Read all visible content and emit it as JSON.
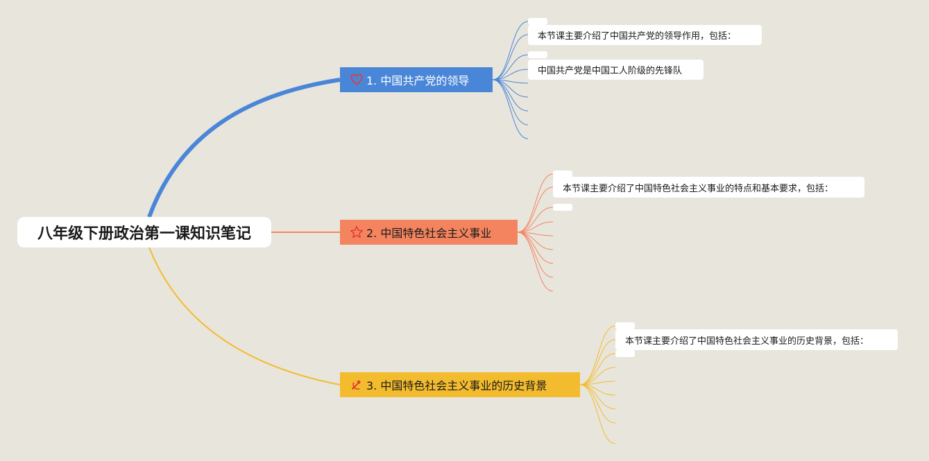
{
  "root": {
    "title": "八年级下册政治第一课知识笔记"
  },
  "branches": [
    {
      "label": "1. 中国共产党的领导",
      "icon": "heart-icon",
      "color": "#4a86d8",
      "items": [
        "本节课主要介绍了中国共产党的领导作用，包括：",
        "中国共产党是中国工人阶级的先锋队"
      ]
    },
    {
      "label": "2. 中国特色社会主义事业",
      "icon": "star-icon",
      "color": "#f4845f",
      "items": [
        "本节课主要介绍了中国特色社会主义事业的特点和基本要求，包括："
      ]
    },
    {
      "label": "3. 中国特色社会主义事业的历史背景",
      "icon": "hammer-sickle-icon",
      "color": "#f3bc2e",
      "items": [
        "本节课主要介绍了中国特色社会主义事业的历史背景，包括："
      ]
    }
  ]
}
